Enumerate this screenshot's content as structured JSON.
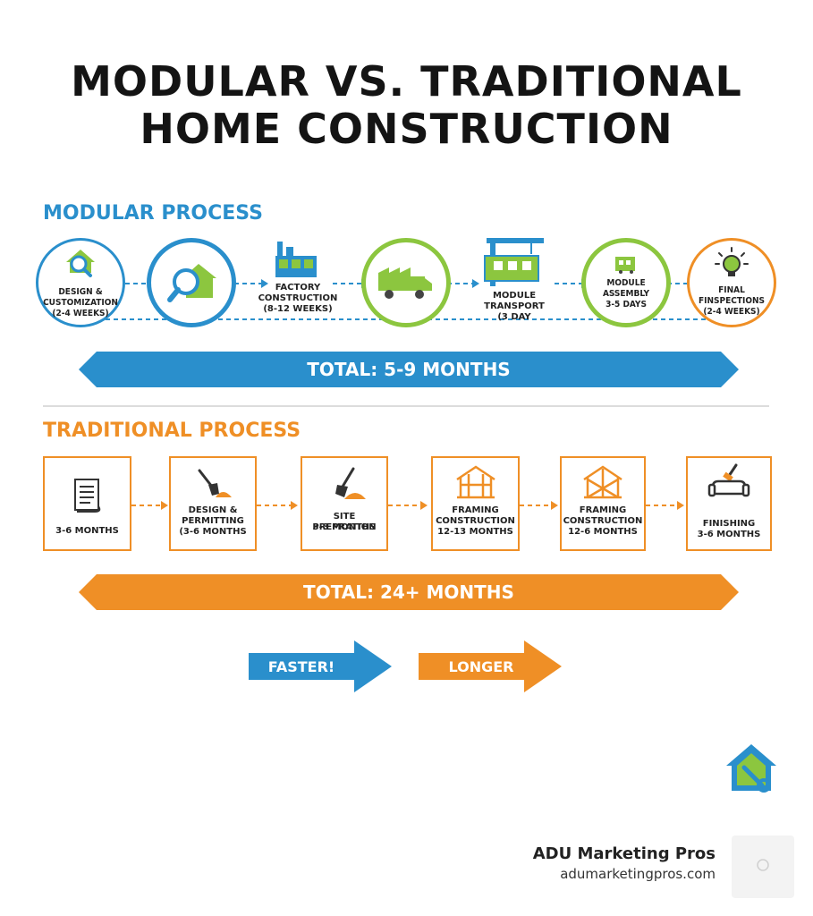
{
  "title": {
    "line1": "MODULAR VS. TRADITIONAL",
    "line2": "HOME CONSTRUCTION"
  },
  "colors": {
    "blue": "#2a8fcc",
    "orange": "#ef8f26",
    "green": "#8cc63f"
  },
  "modular": {
    "heading": "MODULAR PROCESS",
    "steps": [
      {
        "icon": "house-magnifier-icon",
        "line1": "DESIGN &",
        "line2": "CUSTOMIZATION",
        "line3": "(2-4 WEEKS)"
      },
      {
        "icon": "house-magnifier-icon"
      },
      {
        "icon": "factory-icon",
        "line1": "FACTORY",
        "line2": "CONSTRUCTION",
        "line3": "(8-12 WEEKS)"
      },
      {
        "icon": "factory-truck-icon"
      },
      {
        "icon": "crane-icon",
        "line1": "MODULE",
        "line2": "TRANSPORT",
        "line3": "(3 DAY"
      },
      {
        "icon": "module-icon",
        "line1": "MODULE",
        "line2": "ASSEMBLY",
        "line3": "3-5 DAYS"
      },
      {
        "icon": "lightbulb-icon",
        "line1": "FINAL",
        "line2": "FINSPECTIONS",
        "line3": "(2-4 WEEKS)"
      }
    ],
    "total": "TOTAL: 5-9 MONTHS"
  },
  "traditional": {
    "heading": "TRADITIONAL PROCESS",
    "steps": [
      {
        "icon": "document-icon",
        "line1": "3-6 MONTHS"
      },
      {
        "icon": "shovel-icon",
        "line1": "DESIGN &",
        "line2": "PERMITTING",
        "line3": "(3-6 MONTHS"
      },
      {
        "icon": "shovel-dirt-icon",
        "line1": "SITE PREPRATION",
        "line2": "3-3 MONTHS"
      },
      {
        "icon": "house-frame-icon",
        "line1": "FRAMING",
        "line2": "CONSTRUCTION",
        "line3": "12-13 MONTHS"
      },
      {
        "icon": "roof-truss-icon",
        "line1": "FRAMING",
        "line2": "CONSTRUCTION",
        "line3": "12-6 MONTHS"
      },
      {
        "icon": "paint-sofa-icon",
        "line1": "FINISHING",
        "line2": "3-6 MONTHS"
      }
    ],
    "total": "TOTAL: 24+ MONTHS"
  },
  "comparison": {
    "faster": "FASTER!",
    "longer": "LONGER"
  },
  "brand": {
    "name": "ADU Marketing Pros",
    "url": "adumarketingpros.com",
    "logo_icon": "house-wrench-icon"
  }
}
